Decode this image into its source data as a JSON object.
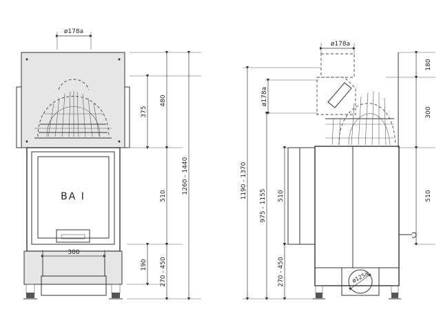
{
  "front_view": {
    "flue_diameter": "ø178a",
    "door_label": "BA I",
    "width_dimension": "300",
    "right_dims": [
      "375",
      "480",
      "510",
      "190",
      "270 - 450"
    ],
    "overall_height": "1260 - 1440"
  },
  "side_view": {
    "flue_top_diameter": "ø178a",
    "flue_side_diameter": "ø178a",
    "rear_duct_diameter": "ø125a",
    "left_dims": [
      "1190 - 1370",
      "975 - 1155",
      "510",
      "270 - 450"
    ],
    "right_dims": [
      "180",
      "300",
      "510"
    ]
  }
}
